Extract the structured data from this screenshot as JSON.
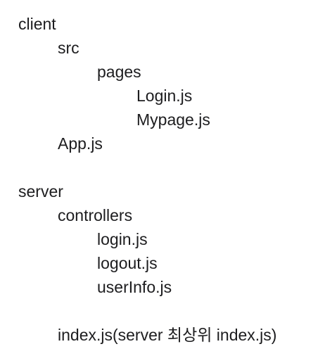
{
  "tree": {
    "client": {
      "label": "client",
      "src": {
        "label": "src",
        "pages": {
          "label": "pages",
          "files": [
            "Login.js",
            "Mypage.js"
          ]
        }
      },
      "app": "App.js"
    },
    "server": {
      "label": "server",
      "controllers": {
        "label": "controllers",
        "files": [
          "login.js",
          "logout.js",
          "userInfo.js"
        ]
      },
      "index": "index.js(server 최상위 index.js)"
    }
  }
}
